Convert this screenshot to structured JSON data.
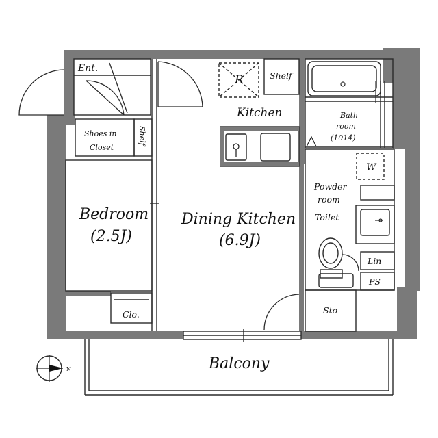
{
  "colors": {
    "wall": "#7a7a7a",
    "line": "#2a2a2a",
    "background": "#ffffff"
  },
  "rooms": {
    "entrance": "Ent.",
    "shoes_in_closet": {
      "line1": "Shoes in",
      "line2": "Closet"
    },
    "shelf_entry": "Shelf",
    "shelf_kitchen": "Shelf",
    "refrigerator": "R",
    "kitchen": "Kitchen",
    "bathroom": {
      "line1": "Bath",
      "line2": "room",
      "line3": "(1014)"
    },
    "washer": "W",
    "powder_room": {
      "line1": "Powder",
      "line2": "room"
    },
    "toilet": "Toilet",
    "linen": "Lin",
    "pipe_space": "PS",
    "bedroom": {
      "name": "Bedroom",
      "size": "(2.5J)"
    },
    "dining_kitchen": {
      "name": "Dining Kitchen",
      "size": "(6.9J)"
    },
    "closet": "Clo.",
    "storage": "Sto",
    "balcony": "Balcony"
  },
  "compass": {
    "north_label": "N",
    "icon": "compass-icon"
  }
}
